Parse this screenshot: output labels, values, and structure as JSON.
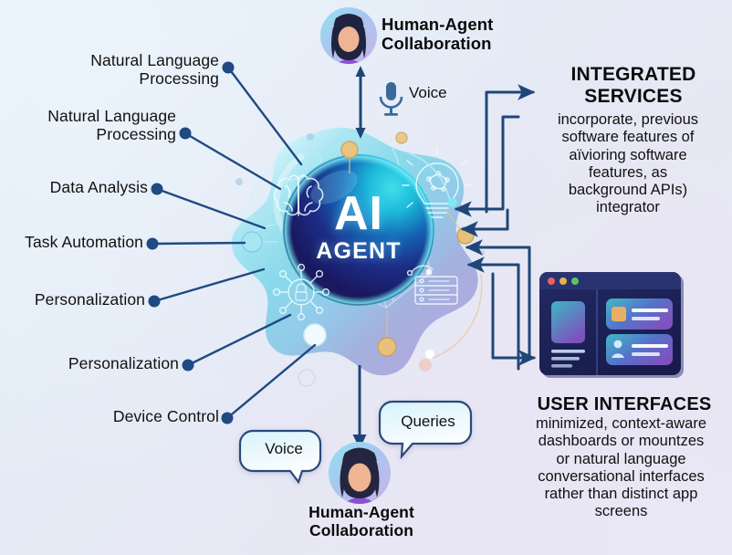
{
  "diagram": {
    "center": {
      "line1": "AI",
      "line2": "AGENT"
    },
    "left_capabilities": [
      {
        "label": "Natural Language\nProcessing"
      },
      {
        "label": "Natural Language\nProcessing"
      },
      {
        "label": "Data Analysis"
      },
      {
        "label": "Task Automation"
      },
      {
        "label": "Personalization"
      },
      {
        "label": "Personalization"
      },
      {
        "label": "Device Control"
      }
    ],
    "top_human": {
      "title": "Human-Agent\nCollaboration",
      "channel_label": "Voice",
      "mic_icon": "microphone-icon",
      "avatar_icon": "person-avatar-icon",
      "arrow_icon": "double-arrow-vertical-icon"
    },
    "bottom_human": {
      "title": "Human-Agent\nCollaboration",
      "bubble_left": "Voice",
      "bubble_right": "Queries",
      "avatar_icon": "person-avatar-icon",
      "arrow_icon": "arrow-down-icon"
    },
    "right_blocks": [
      {
        "title": "INTEGRATED\nSERVICES",
        "body": "incorporate, previous\nsoftware features of\naïvioring software\nfeatures, as\nbackground APIs)\nintegrator"
      },
      {
        "title": "USER INTERFACES",
        "body": "minimized, context-aware\ndashboards or mountzes\nor natural language\nconversational interfaces\nrather than distinct app\nscreens"
      }
    ],
    "blob_icons": [
      {
        "name": "brain-icon"
      },
      {
        "name": "lightbulb-idea-icon"
      },
      {
        "name": "network-security-lock-icon"
      },
      {
        "name": "server-data-icon"
      }
    ],
    "ui_mockup": {
      "name": "browser-window-mockup",
      "traffic_lights": [
        "#e8635f",
        "#e8b34a",
        "#5ec463"
      ],
      "card_icons": [
        "orange-square-icon",
        "person-icon"
      ]
    },
    "colors": {
      "connector": "#1f4a82",
      "arrow": "#1f4678",
      "text": "#111111",
      "blob_aqua": "#8fdce9",
      "blob_purple": "#a79bda",
      "core_navy": "#191a5e",
      "core_teal": "#1ec8d8",
      "gold_dot": "#e6c27e",
      "mic": "#3a6a9a",
      "mockup_bg": "#1b2155"
    }
  }
}
